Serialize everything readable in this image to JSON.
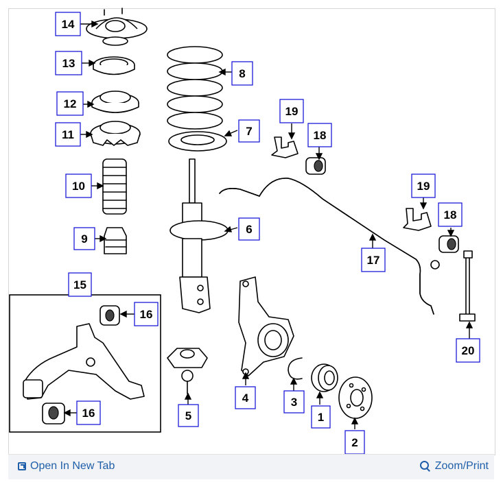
{
  "diagram": {
    "callouts": [
      "1",
      "2",
      "3",
      "4",
      "5",
      "6",
      "7",
      "8",
      "9",
      "10",
      "11",
      "12",
      "13",
      "14",
      "15",
      "16",
      "16",
      "17",
      "18",
      "18",
      "19",
      "19",
      "20"
    ]
  },
  "toolbar": {
    "open_new_tab_label": "Open In New Tab",
    "zoom_print_label": "Zoom/Print",
    "accent_color": "#1f5fa9"
  },
  "colors": {
    "callout_border": "#1b1bd9",
    "page_background": "#ffffff"
  }
}
